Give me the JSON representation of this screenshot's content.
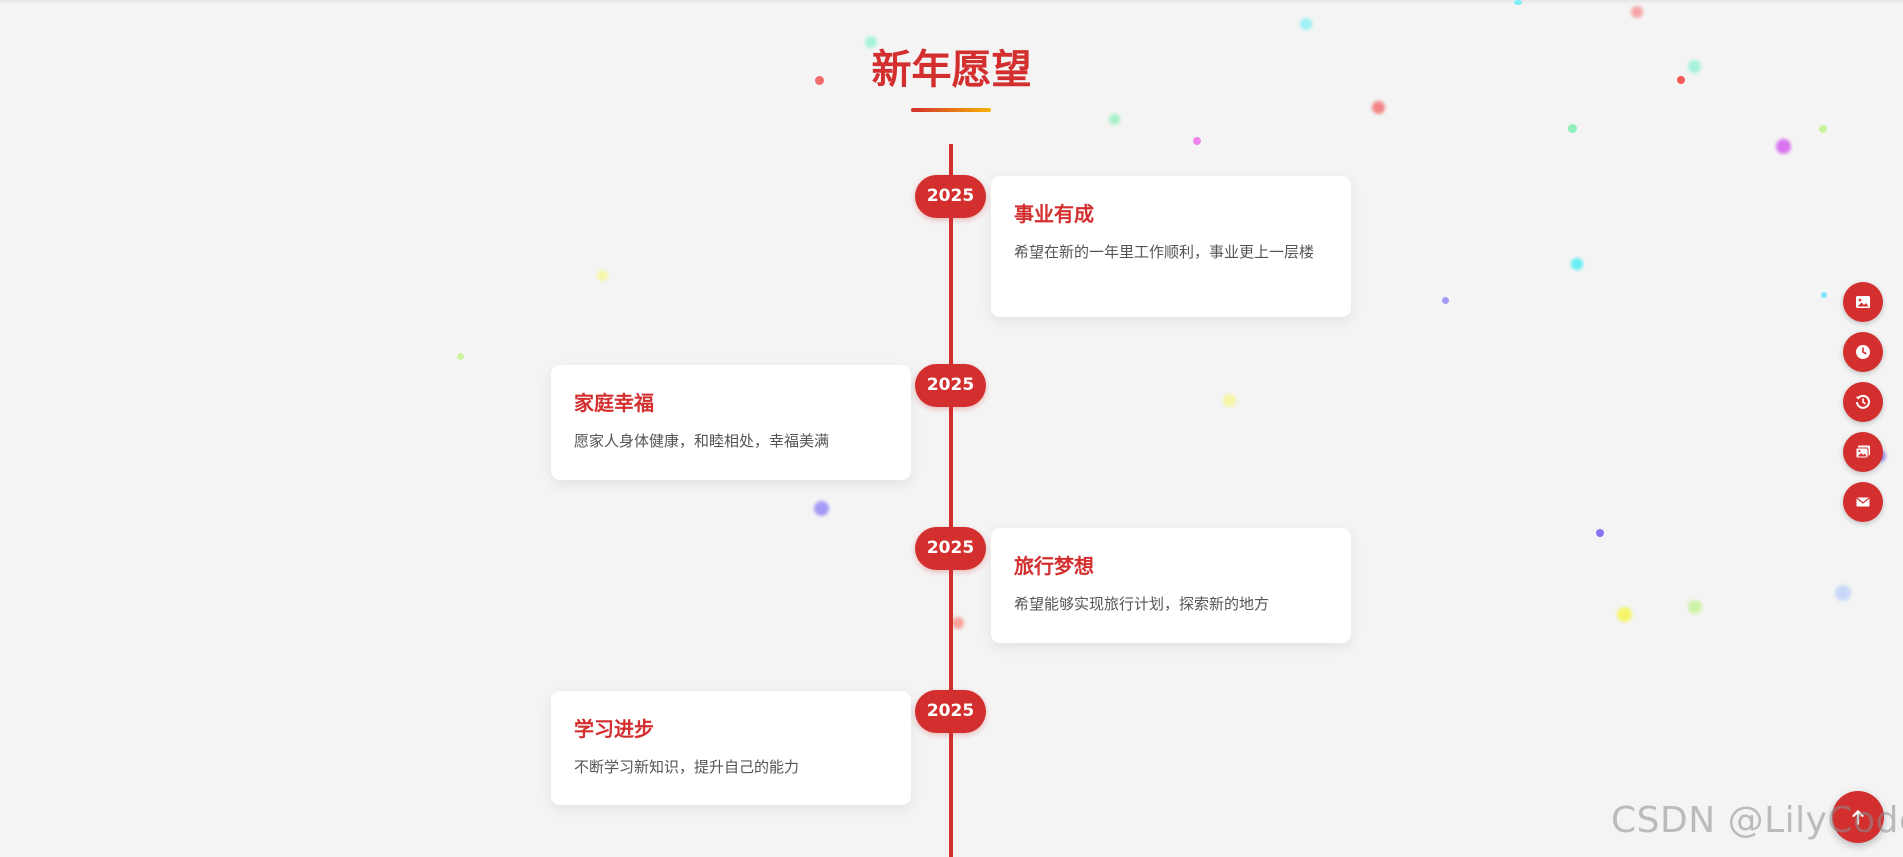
{
  "page": {
    "title": "新年愿望"
  },
  "timeline": {
    "items": [
      {
        "year": "2025",
        "title": "事业有成",
        "text": "希望在新的一年里工作顺利，事业更上一层楼",
        "side": "right"
      },
      {
        "year": "2025",
        "title": "家庭幸福",
        "text": "愿家人身体健康，和睦相处，幸福美满",
        "side": "left"
      },
      {
        "year": "2025",
        "title": "旅行梦想",
        "text": "希望能够实现旅行计划，探索新的地方",
        "side": "right"
      },
      {
        "year": "2025",
        "title": "学习进步",
        "text": "不断学习新知识，提升自己的能力",
        "side": "left"
      }
    ]
  },
  "side_buttons": [
    {
      "icon": "image-icon"
    },
    {
      "icon": "clock-icon"
    },
    {
      "icon": "history-icon"
    },
    {
      "icon": "gallery-icon"
    },
    {
      "icon": "envelope-icon"
    }
  ],
  "fab": {
    "icon": "arrow-up-icon"
  },
  "watermark": {
    "text": "CSDN @LilyCoder"
  },
  "colors": {
    "accent": "#d32f2f",
    "accent_gradient_end": "#f5b301",
    "background": "#f4f4f4",
    "card": "#ffffff",
    "body_text": "#555555"
  }
}
